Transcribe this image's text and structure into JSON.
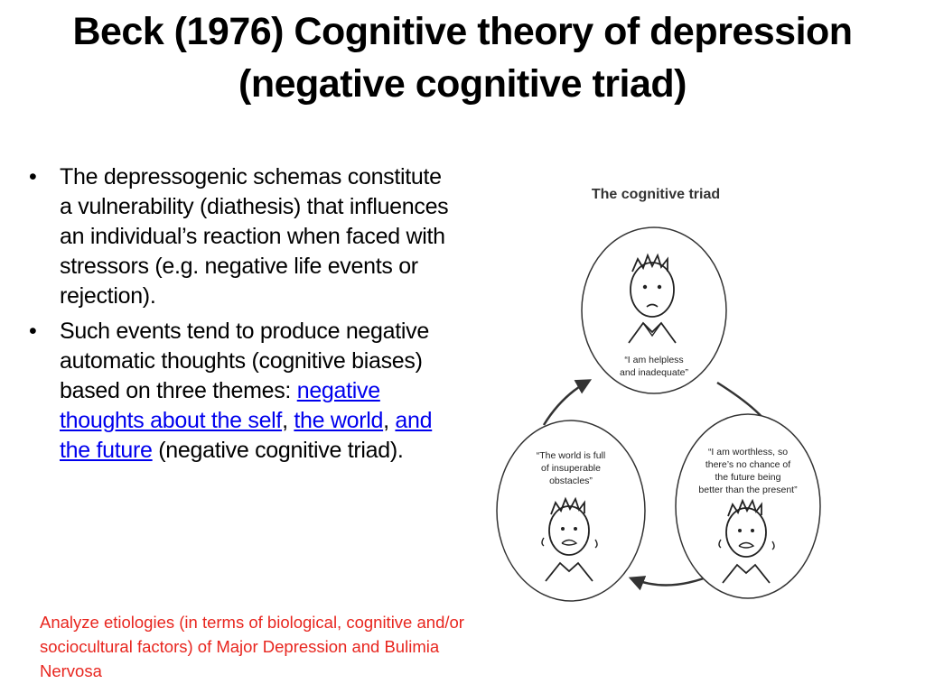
{
  "slide": {
    "title": "Beck (1976) Cognitive theory of depression (negative cognitive triad)",
    "bullets": [
      {
        "text": "The depressogenic schemas constitute a vulnerability (diathesis) that influences an individual’s reaction when faced with stressors (e.g. negative life events or rejection)."
      },
      {
        "text_before": "Such events tend to produce negative automatic thoughts (cognitive biases) based on three themes: ",
        "link1": "negative thoughts about the self",
        "sep1": ", ",
        "link2": "the world",
        "sep2": ", ",
        "link3": "and the future",
        "text_after": " (negative cognitive triad)."
      }
    ],
    "bullet_symbol": "•",
    "note": "Analyze etiologies (in terms of biological, cognitive and/or sociocultural factors) of Major Depression and Bulimia Nervosa"
  },
  "figure": {
    "heading": "The cognitive triad",
    "top_quote": [
      "“I am helpless",
      "and inadequate”"
    ],
    "left_quote": [
      "“The world is full",
      "of insuperable",
      "obstacles”"
    ],
    "right_quote": [
      "“I am worthless, so",
      "there’s no chance of",
      "the future being",
      "better than the present”"
    ]
  },
  "colors": {
    "text": "#000000",
    "link": "#0000ee",
    "note": "#e8261f"
  }
}
